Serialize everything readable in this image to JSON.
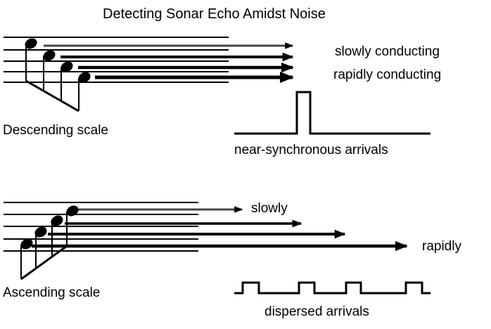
{
  "title": "Detecting Sonar Echo Amidst Noise",
  "top": {
    "label_slow": "slowly conducting",
    "label_rapid": "rapidly conducting",
    "scale_label": "Descending scale",
    "arrivals_label": "near-synchronous arrivals"
  },
  "bottom": {
    "label_slow": "slowly",
    "label_rapid": "rapidly",
    "scale_label": "Ascending scale",
    "arrivals_label": "dispersed arrivals"
  }
}
